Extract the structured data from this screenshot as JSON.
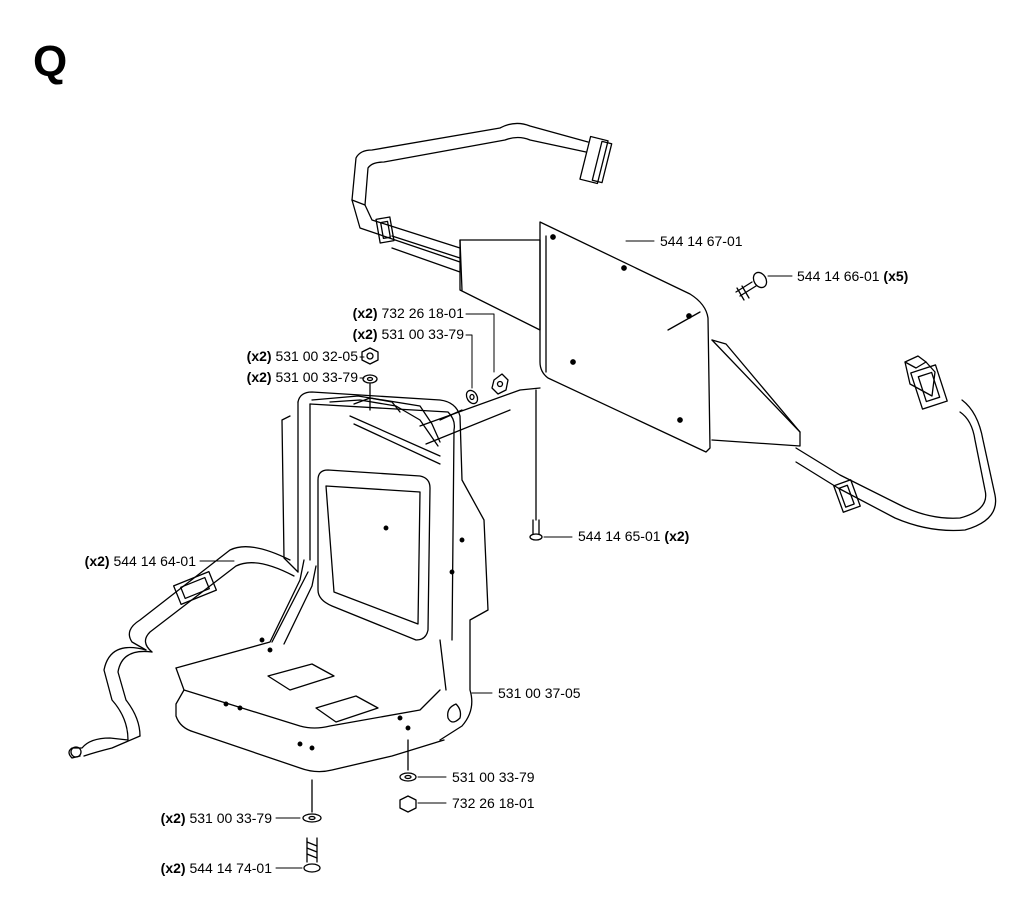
{
  "section_letter": "Q",
  "parts": [
    {
      "id": "plate",
      "qty": "",
      "number": "544 14 67-01"
    },
    {
      "id": "plate-screw",
      "qty": "(x5)",
      "number": "544 14 66-01"
    },
    {
      "id": "top-nut-right",
      "qty": "(x2)",
      "number": "732 26 18-01"
    },
    {
      "id": "top-washer-right",
      "qty": "(x2)",
      "number": "531 00 33-79"
    },
    {
      "id": "top-nut-left",
      "qty": "(x2)",
      "number": "531 00 32-05"
    },
    {
      "id": "top-washer-left",
      "qty": "(x2)",
      "number": "531 00 33-79"
    },
    {
      "id": "frame-screw",
      "qty": "(x2)",
      "number": "544 14 65-01"
    },
    {
      "id": "shoulder-strap",
      "qty": "(x2)",
      "number": "544 14 64-01"
    },
    {
      "id": "frame",
      "qty": "",
      "number": "531 00 37-05"
    },
    {
      "id": "bottom-washer-right",
      "qty": "",
      "number": "531 00 33-79"
    },
    {
      "id": "bottom-nut-right",
      "qty": "",
      "number": "732 26 18-01"
    },
    {
      "id": "bottom-washer-left",
      "qty": "(x2)",
      "number": "531 00 33-79"
    },
    {
      "id": "bottom-screw",
      "qty": "(x2)",
      "number": "544 14 74-01"
    }
  ]
}
